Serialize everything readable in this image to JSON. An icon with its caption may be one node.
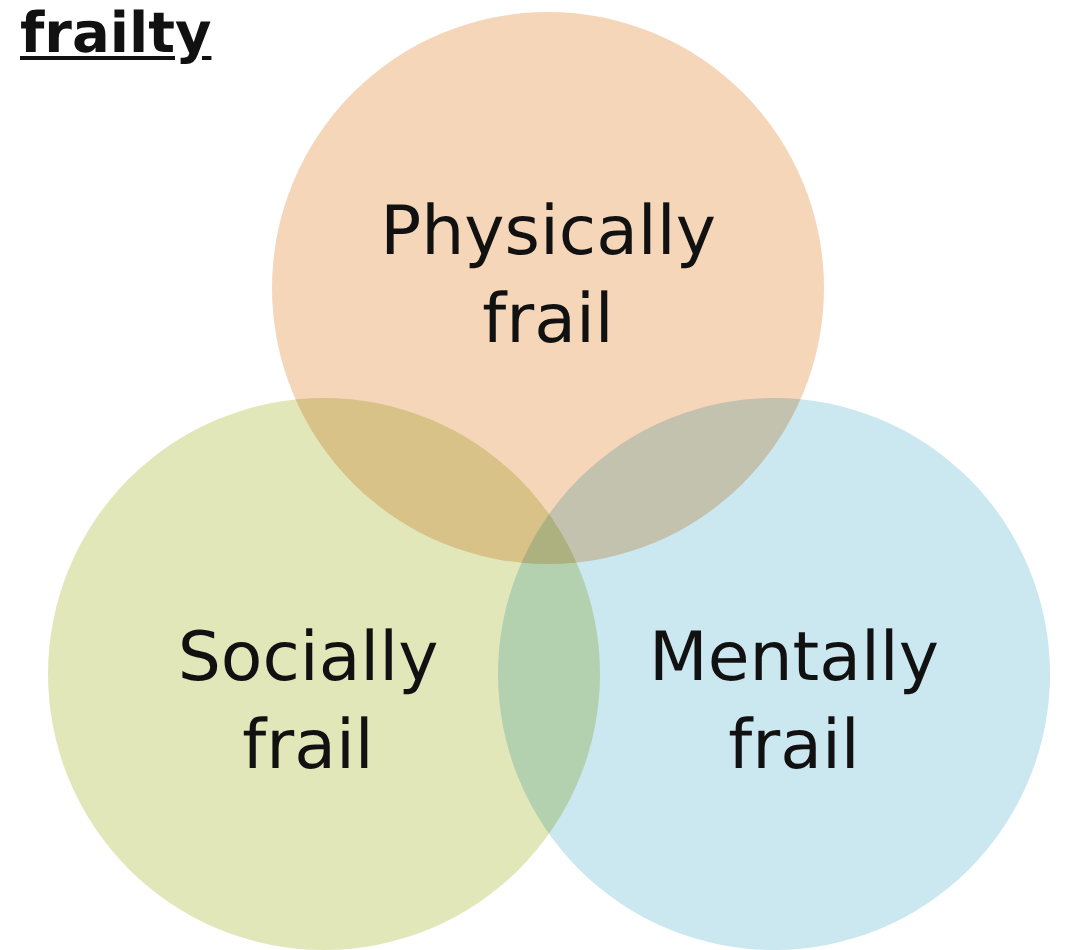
{
  "diagram": {
    "title": "frailty",
    "nodes": [
      {
        "text": [
          "Physically frail"
        ]
      },
      {
        "text": [
          "Socially frail"
        ]
      },
      {
        "text": [
          "Mentally frail"
        ]
      }
    ]
  }
}
